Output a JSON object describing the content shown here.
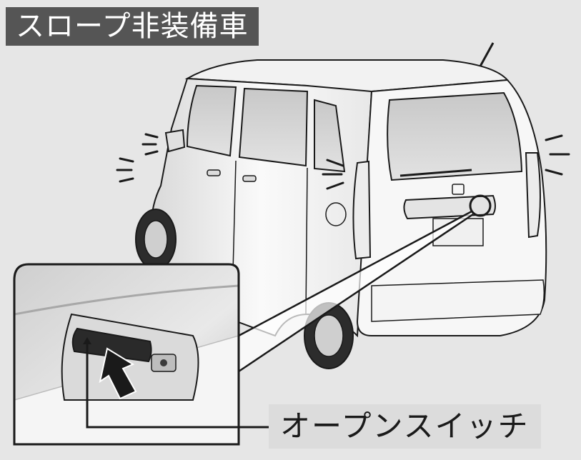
{
  "header": {
    "title": "スロープ非装備車"
  },
  "callout": {
    "label": "オープンスイッチ"
  },
  "icons": {
    "vehicle": "rear-quarter-car-illustration",
    "switch": "tailgate-open-switch",
    "press_arrow": "arrow-up-icon",
    "target_circle": "highlight-circle-icon",
    "flash_marks": "blinking-indicator-icon"
  },
  "colors": {
    "background": "#e6e6e6",
    "title_bg": "#555555",
    "title_text": "#ffffff",
    "outline": "#1a1a1a",
    "label_bg": "#dcdcdc"
  }
}
